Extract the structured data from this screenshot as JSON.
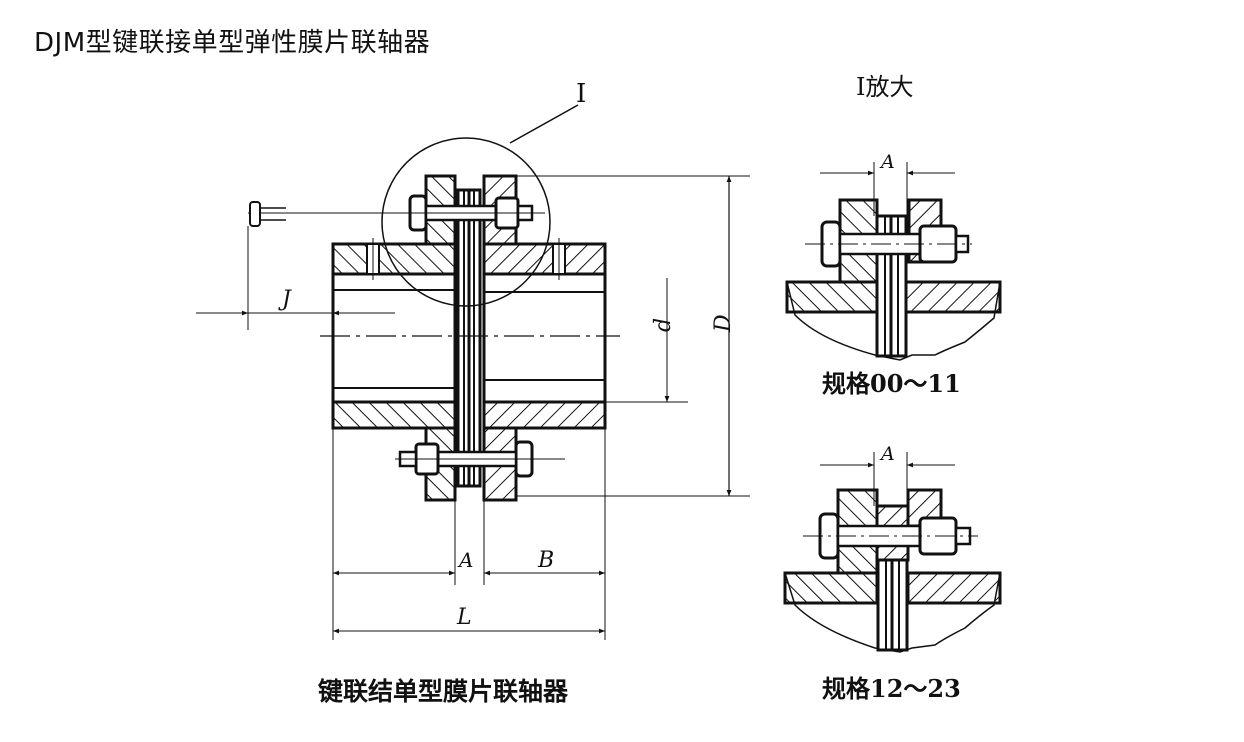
{
  "title": "DJM型键联接单型弹性膜片联轴器",
  "main_view": {
    "caption": "键联结单型膜片联轴器",
    "detail_marker": "I",
    "dimensions": {
      "J": "J",
      "A": "A",
      "B": "B",
      "L": "L",
      "d": "d",
      "D": "D"
    }
  },
  "detail_views": {
    "heading": "I放大",
    "views": [
      {
        "caption": "规格00～11",
        "dim_label": "A"
      },
      {
        "caption": "规格12～23",
        "dim_label": "A"
      }
    ]
  },
  "colors": {
    "ink": "#111111",
    "background": "#ffffff"
  }
}
